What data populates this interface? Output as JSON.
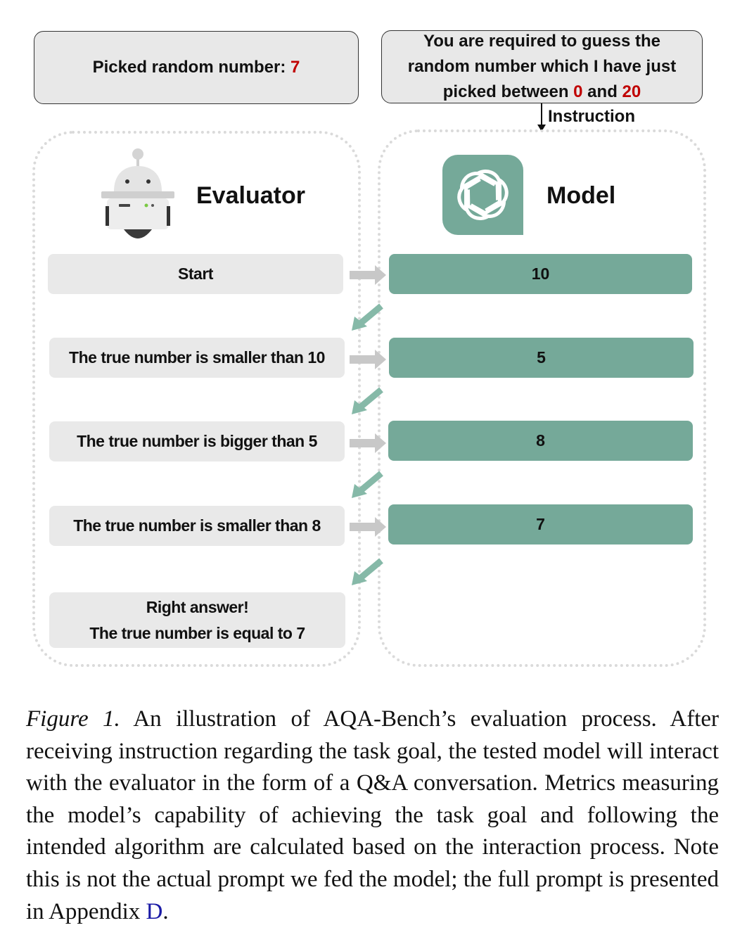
{
  "picked": {
    "label": "Picked random number: ",
    "value": "7"
  },
  "instruction_box": {
    "line1": "You are required to guess the",
    "line2": "random number which I have just",
    "line3_prefix": "picked between ",
    "low": "0",
    "mid": " and ",
    "high": "20"
  },
  "instruction_label": "Instruction",
  "evaluator": {
    "title": "Evaluator",
    "messages": [
      "Start",
      "The true number is smaller than 10",
      "The true number is bigger than 5",
      "The true number is smaller than 8"
    ],
    "final_line1": "Right answer!",
    "final_line2": "The true number is equal to 7"
  },
  "model": {
    "title": "Model",
    "guesses": [
      "10",
      "5",
      "8",
      "7"
    ]
  },
  "colors": {
    "model_box": "#75a999",
    "eval_box": "#e9e9e9",
    "highlight": "#c00000",
    "arrow_gray": "#c8c8c8",
    "arrow_green": "#86b9a8"
  },
  "icons": [
    "robot-icon",
    "openai-logo-icon"
  ],
  "caption": {
    "label": "Figure 1.",
    "text": " An illustration of AQA-Bench’s evaluation process. After receiving instruction regarding the task goal, the tested model will interact with the evaluator in the form of a Q&A conversation. Metrics measuring the model’s capability of achieving the task goal and following the intended algorithm are calculated based on the interaction process. Note this is not the actual prompt we fed the model; the full prompt is presented in Appendix ",
    "link": "D",
    "end": "."
  }
}
